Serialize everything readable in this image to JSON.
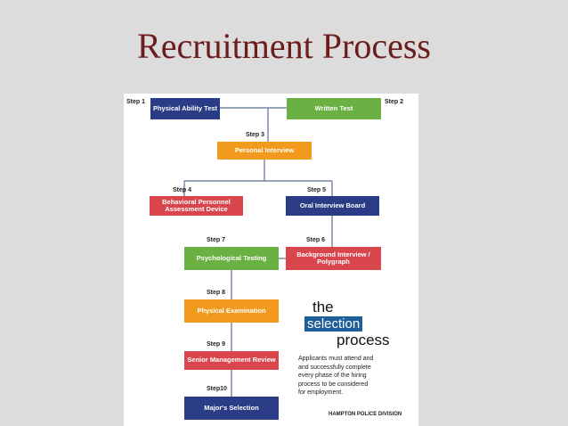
{
  "slide": {
    "title": "Recruitment Process"
  },
  "steps": [
    {
      "step": "Step 1",
      "label": "Physical Ability Test",
      "color": "#2b3c87"
    },
    {
      "step": "Step 2",
      "label": "Written Test",
      "color": "#6bb043"
    },
    {
      "step": "Step 3",
      "label": "Personal Interview",
      "color": "#f29a1d"
    },
    {
      "step": "Step 4",
      "label": "Behavioral Personnel Assessment Device",
      "color": "#d8464b"
    },
    {
      "step": "Step 5",
      "label": "Oral Interview Board",
      "color": "#2b3c87"
    },
    {
      "step": "Step 6",
      "label": "Background Interview / Polygraph",
      "color": "#d8464b"
    },
    {
      "step": "Step 7",
      "label": "Psychological Testing",
      "color": "#6bb043"
    },
    {
      "step": "Step 8",
      "label": "Physical Examination",
      "color": "#f29a1d"
    },
    {
      "step": "Step 9",
      "label": "Senior Management Review",
      "color": "#d8464b"
    },
    {
      "step": "Step10",
      "label": "Major's Selection",
      "color": "#2b3c87"
    }
  ],
  "selection": {
    "the": "the",
    "highlight": "selection",
    "process": "process",
    "description": "Applicants must attend and\n    and successfully complete\nevery phase of the hiring\nprocess to be considered\n          for employment.",
    "division": "HAMPTON POLICE DIVISION"
  }
}
